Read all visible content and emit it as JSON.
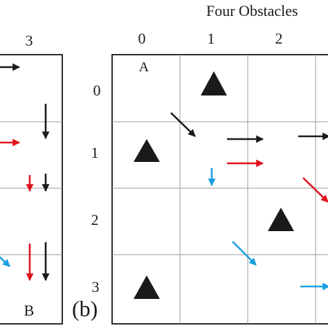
{
  "panel_a": {
    "column_header": "3",
    "corner_label": "B",
    "arrows": [
      {
        "row": 0,
        "slot": "top",
        "direction": "right",
        "color": "black"
      },
      {
        "row": 0,
        "slot": "right",
        "direction": "down",
        "color": "black"
      },
      {
        "row": 1,
        "slot": "mid",
        "direction": "right",
        "color": "red"
      },
      {
        "row": 2,
        "slot": "left",
        "direction": "down",
        "color": "red"
      },
      {
        "row": 2,
        "slot": "right",
        "direction": "down",
        "color": "black"
      },
      {
        "row": 3,
        "slot": "far-left",
        "direction": "down-right",
        "color": "blue"
      },
      {
        "row": 3,
        "slot": "left",
        "direction": "down",
        "color": "red"
      },
      {
        "row": 3,
        "slot": "right",
        "direction": "down",
        "color": "black"
      }
    ]
  },
  "panel_b": {
    "title": "Four Obstacles",
    "panel_label": "(b)",
    "column_labels": [
      "0",
      "1",
      "2"
    ],
    "row_labels": [
      "0",
      "1",
      "2",
      "3"
    ],
    "start_label": "A",
    "obstacles": [
      {
        "row": 0,
        "col": 1
      },
      {
        "row": 1,
        "col": 0
      },
      {
        "row": 2,
        "col": 2
      },
      {
        "row": 3,
        "col": 0
      }
    ],
    "arrows": [
      {
        "row": 0,
        "col": 0,
        "direction": "down-right",
        "color": "black"
      },
      {
        "row": 1,
        "col": 1,
        "direction": "right",
        "color": "black"
      },
      {
        "row": 1,
        "col": 1,
        "direction": "right",
        "color": "red"
      },
      {
        "row": 1,
        "col": 1,
        "direction": "down",
        "color": "blue"
      },
      {
        "row": 1,
        "col": 2,
        "direction": "right",
        "color": "black"
      },
      {
        "row": 1,
        "col": 2,
        "direction": "down-right",
        "color": "red"
      },
      {
        "row": 2,
        "col": 1,
        "direction": "down-right",
        "color": "blue"
      },
      {
        "row": 3,
        "col": 2,
        "direction": "right",
        "color": "blue"
      }
    ]
  },
  "colors": {
    "black": "#1a1a1a",
    "red": "#e0141e",
    "blue": "#1a9fe0",
    "grid": "#9a9a9a",
    "frame": "#2a2a2a"
  }
}
